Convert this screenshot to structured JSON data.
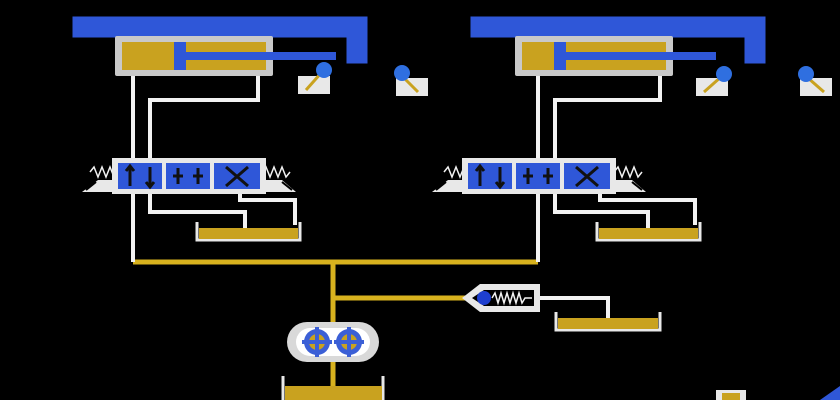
{
  "canvas": {
    "background": "#000000"
  },
  "colors": {
    "pressure_line": "#d8b21e",
    "tank_fluid": "#c9a21f",
    "return_line": "#f2f2f2",
    "cylinder_body": "#c9c9c9",
    "cylinder_fluid": "#c9a21f",
    "piston": "#2f57d8",
    "actuator_arm": "#2f57d8",
    "valve_block": "#2f57d8",
    "valve_symbol": "#111111",
    "limit_switch_head": "#2f6fe0",
    "switch_box": "#e8e8e8",
    "pump_casing": "#d9d9d9",
    "pump_gears": "#3b5fd6",
    "relief_ball": "#1e3fcf",
    "spring": "#f2f2f2"
  },
  "components": {
    "actuators": [
      {
        "id": "left",
        "icon": "hydraulic-cylinder-icon"
      },
      {
        "id": "right",
        "icon": "hydraulic-cylinder-icon"
      }
    ],
    "limit_switches": [
      {
        "id": "left-a",
        "icon": "limit-switch-icon"
      },
      {
        "id": "left-b",
        "icon": "limit-switch-icon"
      },
      {
        "id": "right-a",
        "icon": "limit-switch-icon"
      },
      {
        "id": "right-b",
        "icon": "limit-switch-icon"
      }
    ],
    "directional_valves": [
      {
        "id": "left",
        "icon": "four-way-valve-icon",
        "positions": 3
      },
      {
        "id": "right",
        "icon": "four-way-valve-icon",
        "positions": 3
      }
    ],
    "tanks": [
      {
        "id": "valve-left-tank",
        "icon": "reservoir-icon"
      },
      {
        "id": "valve-right-tank",
        "icon": "reservoir-icon"
      },
      {
        "id": "relief-tank",
        "icon": "reservoir-icon"
      },
      {
        "id": "pump-suction-tank",
        "icon": "reservoir-icon"
      }
    ],
    "pump": {
      "icon": "gear-pump-icon"
    },
    "relief_valve": {
      "icon": "relief-valve-icon"
    }
  }
}
